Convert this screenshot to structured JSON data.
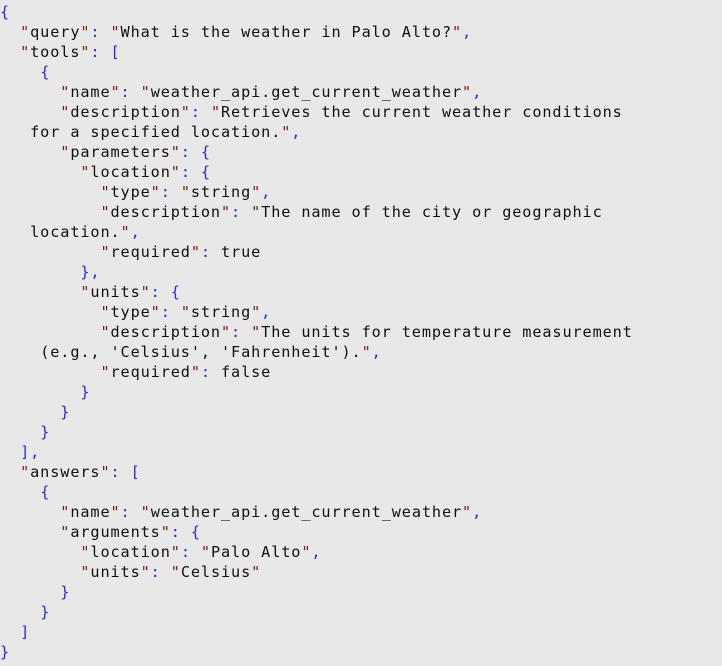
{
  "document": {
    "type": "json-code-listing",
    "lines": [
      {
        "indent": "",
        "tokens": [
          [
            "p",
            "{"
          ]
        ]
      },
      {
        "indent": "  ",
        "tokens": [
          [
            "q",
            "\""
          ],
          [
            "t",
            "query"
          ],
          [
            "q",
            "\""
          ],
          [
            "p",
            ":"
          ],
          [
            "t",
            " "
          ],
          [
            "q",
            "\""
          ],
          [
            "t",
            "What is the weather in Palo Alto?"
          ],
          [
            "q",
            "\""
          ],
          [
            "p",
            ","
          ]
        ]
      },
      {
        "indent": "  ",
        "tokens": [
          [
            "q",
            "\""
          ],
          [
            "t",
            "tools"
          ],
          [
            "q",
            "\""
          ],
          [
            "p",
            ":"
          ],
          [
            "t",
            " "
          ],
          [
            "p",
            "["
          ]
        ]
      },
      {
        "indent": "    ",
        "tokens": [
          [
            "p",
            "{"
          ]
        ]
      },
      {
        "indent": "      ",
        "tokens": [
          [
            "q",
            "\""
          ],
          [
            "t",
            "name"
          ],
          [
            "q",
            "\""
          ],
          [
            "p",
            ":"
          ],
          [
            "t",
            " "
          ],
          [
            "q",
            "\""
          ],
          [
            "t",
            "weather_api.get_current_weather"
          ],
          [
            "q",
            "\""
          ],
          [
            "p",
            ","
          ]
        ]
      },
      {
        "indent": "      ",
        "tokens": [
          [
            "q",
            "\""
          ],
          [
            "t",
            "description"
          ],
          [
            "q",
            "\""
          ],
          [
            "p",
            ":"
          ],
          [
            "t",
            " "
          ],
          [
            "q",
            "\""
          ],
          [
            "t",
            "Retrieves the current weather conditions"
          ]
        ]
      },
      {
        "indent": "   ",
        "tokens": [
          [
            "t",
            "for a specified location."
          ],
          [
            "q",
            "\""
          ],
          [
            "p",
            ","
          ]
        ]
      },
      {
        "indent": "      ",
        "tokens": [
          [
            "q",
            "\""
          ],
          [
            "t",
            "parameters"
          ],
          [
            "q",
            "\""
          ],
          [
            "p",
            ":"
          ],
          [
            "t",
            " "
          ],
          [
            "p",
            "{"
          ]
        ]
      },
      {
        "indent": "        ",
        "tokens": [
          [
            "q",
            "\""
          ],
          [
            "t",
            "location"
          ],
          [
            "q",
            "\""
          ],
          [
            "p",
            ":"
          ],
          [
            "t",
            " "
          ],
          [
            "p",
            "{"
          ]
        ]
      },
      {
        "indent": "          ",
        "tokens": [
          [
            "q",
            "\""
          ],
          [
            "t",
            "type"
          ],
          [
            "q",
            "\""
          ],
          [
            "p",
            ":"
          ],
          [
            "t",
            " "
          ],
          [
            "q",
            "\""
          ],
          [
            "t",
            "string"
          ],
          [
            "q",
            "\""
          ],
          [
            "p",
            ","
          ]
        ]
      },
      {
        "indent": "          ",
        "tokens": [
          [
            "q",
            "\""
          ],
          [
            "t",
            "description"
          ],
          [
            "q",
            "\""
          ],
          [
            "p",
            ":"
          ],
          [
            "t",
            " "
          ],
          [
            "q",
            "\""
          ],
          [
            "t",
            "The name of the city or geographic"
          ]
        ]
      },
      {
        "indent": "   ",
        "tokens": [
          [
            "t",
            "location."
          ],
          [
            "q",
            "\""
          ],
          [
            "p",
            ","
          ]
        ]
      },
      {
        "indent": "          ",
        "tokens": [
          [
            "q",
            "\""
          ],
          [
            "t",
            "required"
          ],
          [
            "q",
            "\""
          ],
          [
            "p",
            ":"
          ],
          [
            "t",
            " true"
          ]
        ]
      },
      {
        "indent": "        ",
        "tokens": [
          [
            "p",
            "}"
          ],
          [
            "p",
            ","
          ]
        ]
      },
      {
        "indent": "        ",
        "tokens": [
          [
            "q",
            "\""
          ],
          [
            "t",
            "units"
          ],
          [
            "q",
            "\""
          ],
          [
            "p",
            ":"
          ],
          [
            "t",
            " "
          ],
          [
            "p",
            "{"
          ]
        ]
      },
      {
        "indent": "          ",
        "tokens": [
          [
            "q",
            "\""
          ],
          [
            "t",
            "type"
          ],
          [
            "q",
            "\""
          ],
          [
            "p",
            ":"
          ],
          [
            "t",
            " "
          ],
          [
            "q",
            "\""
          ],
          [
            "t",
            "string"
          ],
          [
            "q",
            "\""
          ],
          [
            "p",
            ","
          ]
        ]
      },
      {
        "indent": "          ",
        "tokens": [
          [
            "q",
            "\""
          ],
          [
            "t",
            "description"
          ],
          [
            "q",
            "\""
          ],
          [
            "p",
            ":"
          ],
          [
            "t",
            " "
          ],
          [
            "q",
            "\""
          ],
          [
            "t",
            "The units for temperature measurement"
          ]
        ]
      },
      {
        "indent": "    ",
        "tokens": [
          [
            "t",
            "(e.g.,"
          ],
          [
            "t",
            " 'Celsius', 'Fahrenheit')."
          ],
          [
            "q",
            "\""
          ],
          [
            "p",
            ","
          ]
        ]
      },
      {
        "indent": "          ",
        "tokens": [
          [
            "q",
            "\""
          ],
          [
            "t",
            "required"
          ],
          [
            "q",
            "\""
          ],
          [
            "p",
            ":"
          ],
          [
            "t",
            " false"
          ]
        ]
      },
      {
        "indent": "        ",
        "tokens": [
          [
            "p",
            "}"
          ]
        ]
      },
      {
        "indent": "      ",
        "tokens": [
          [
            "p",
            "}"
          ]
        ]
      },
      {
        "indent": "    ",
        "tokens": [
          [
            "p",
            "}"
          ]
        ]
      },
      {
        "indent": "  ",
        "tokens": [
          [
            "p",
            "]"
          ],
          [
            "p",
            ","
          ]
        ]
      },
      {
        "indent": "  ",
        "tokens": [
          [
            "q",
            "\""
          ],
          [
            "t",
            "answers"
          ],
          [
            "q",
            "\""
          ],
          [
            "p",
            ":"
          ],
          [
            "t",
            " "
          ],
          [
            "p",
            "["
          ]
        ]
      },
      {
        "indent": "    ",
        "tokens": [
          [
            "p",
            "{"
          ]
        ]
      },
      {
        "indent": "      ",
        "tokens": [
          [
            "q",
            "\""
          ],
          [
            "t",
            "name"
          ],
          [
            "q",
            "\""
          ],
          [
            "p",
            ":"
          ],
          [
            "t",
            " "
          ],
          [
            "q",
            "\""
          ],
          [
            "t",
            "weather_api.get_current_weather"
          ],
          [
            "q",
            "\""
          ],
          [
            "p",
            ","
          ]
        ]
      },
      {
        "indent": "      ",
        "tokens": [
          [
            "q",
            "\""
          ],
          [
            "t",
            "arguments"
          ],
          [
            "q",
            "\""
          ],
          [
            "p",
            ":"
          ],
          [
            "t",
            " "
          ],
          [
            "p",
            "{"
          ]
        ]
      },
      {
        "indent": "        ",
        "tokens": [
          [
            "q",
            "\""
          ],
          [
            "t",
            "location"
          ],
          [
            "q",
            "\""
          ],
          [
            "p",
            ":"
          ],
          [
            "t",
            " "
          ],
          [
            "q",
            "\""
          ],
          [
            "t",
            "Palo Alto"
          ],
          [
            "q",
            "\""
          ],
          [
            "p",
            ","
          ]
        ]
      },
      {
        "indent": "        ",
        "tokens": [
          [
            "q",
            "\""
          ],
          [
            "t",
            "units"
          ],
          [
            "q",
            "\""
          ],
          [
            "p",
            ":"
          ],
          [
            "t",
            " "
          ],
          [
            "q",
            "\""
          ],
          [
            "t",
            "Celsius"
          ],
          [
            "q",
            "\""
          ]
        ]
      },
      {
        "indent": "      ",
        "tokens": [
          [
            "p",
            "}"
          ]
        ]
      },
      {
        "indent": "    ",
        "tokens": [
          [
            "p",
            "}"
          ]
        ]
      },
      {
        "indent": "  ",
        "tokens": [
          [
            "p",
            "]"
          ]
        ]
      },
      {
        "indent": "",
        "tokens": [
          [
            "p",
            "}"
          ]
        ]
      }
    ]
  },
  "content": {
    "query": "What is the weather in Palo Alto?",
    "tools": [
      {
        "name": "weather_api.get_current_weather",
        "description": "Retrieves the current weather conditions for a specified location.",
        "parameters": {
          "location": {
            "type": "string",
            "description": "The name of the city or geographic location.",
            "required": "true"
          },
          "units": {
            "type": "string",
            "description": "The units for temperature measurement (e.g., 'Celsius', 'Fahrenheit').",
            "required": "false"
          }
        }
      }
    ],
    "answers": [
      {
        "name": "weather_api.get_current_weather",
        "arguments": {
          "location": "Palo Alto",
          "units": "Celsius"
        }
      }
    ]
  },
  "colors": {
    "background": "#e8e8e8",
    "text": "#111111",
    "quote_marks": "#7a1c1c",
    "punctuation": "#2a2ad0"
  }
}
